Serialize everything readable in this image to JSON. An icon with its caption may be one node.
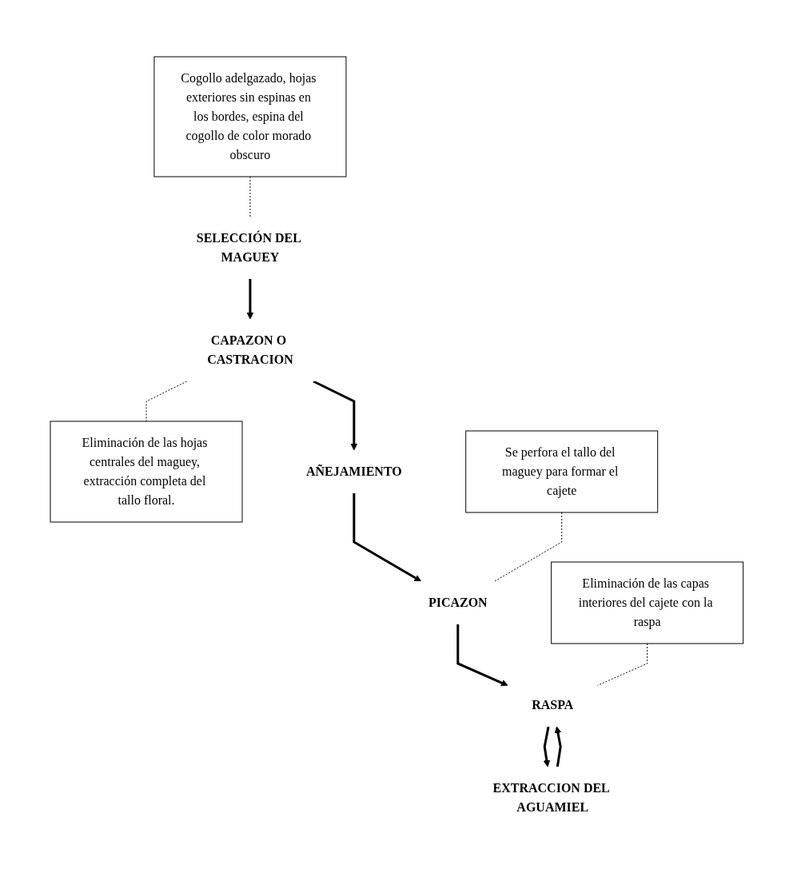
{
  "diagram": {
    "nodes": [
      {
        "text": [
          "Cogollo adelgazado, hojas exteriores sin espinas en los bordes, espina del cogollo de color morado obscuro"
        ]
      },
      {
        "text": [
          "SELECCIÓN DEL MAGUEY"
        ]
      },
      {
        "text": [
          "CAPAZON O CASTRACION"
        ]
      },
      {
        "text": [
          "Eliminación de las hojas centrales del maguey, extracción completa del tallo floral."
        ]
      },
      {
        "text": [
          "AÑEJAMIENTO"
        ]
      },
      {
        "text": [
          "Se perfora el tallo del maguey para formar el cajete"
        ]
      },
      {
        "text": [
          "PICAZON"
        ]
      },
      {
        "text": [
          "Eliminación de las capas interiores del cajete con la raspa"
        ]
      },
      {
        "text": [
          "RASPA"
        ]
      },
      {
        "text": [
          "EXTRACCION DEL AGUAMIEL"
        ]
      }
    ],
    "edges": [
      {
        "from": 0,
        "to": 1,
        "arrow": "none",
        "style": "dashed"
      },
      {
        "from": 1,
        "to": 2,
        "arrow": "to"
      },
      {
        "from": 2,
        "to": 3,
        "arrow": "none",
        "style": "dashed"
      },
      {
        "from": 2,
        "to": 4,
        "arrow": "to"
      },
      {
        "from": 4,
        "to": 6,
        "arrow": "to"
      },
      {
        "from": 5,
        "to": 6,
        "arrow": "none",
        "style": "dashed"
      },
      {
        "from": 6,
        "to": 8,
        "arrow": "to"
      },
      {
        "from": 7,
        "to": 8,
        "arrow": "none",
        "style": "dashed"
      },
      {
        "from": 8,
        "to": 9,
        "arrow": "to"
      },
      {
        "from": 9,
        "to": 8,
        "arrow": "to"
      }
    ]
  }
}
